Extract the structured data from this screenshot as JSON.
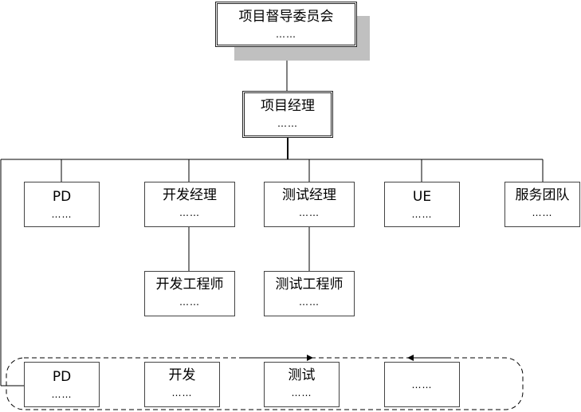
{
  "diagram": {
    "top": {
      "title": "项目督导委员会",
      "sub": "……"
    },
    "manager": {
      "title": "项目经理",
      "sub": "……"
    },
    "level2": [
      {
        "id": "pd",
        "title": "PD",
        "sub": "……"
      },
      {
        "id": "dev-manager",
        "title": "开发经理",
        "sub": "……"
      },
      {
        "id": "test-manager",
        "title": "测试经理",
        "sub": "……"
      },
      {
        "id": "ue",
        "title": "UE",
        "sub": "……"
      },
      {
        "id": "service-team",
        "title": "服务团队",
        "sub": "……"
      }
    ],
    "level3": [
      {
        "id": "dev-engineer",
        "title": "开发工程师",
        "sub": "……"
      },
      {
        "id": "test-engineer",
        "title": "测试工程师",
        "sub": "……"
      }
    ],
    "loop": [
      {
        "id": "loop-pd",
        "title": "PD",
        "sub": "……"
      },
      {
        "id": "loop-dev",
        "title": "开发",
        "sub": "……"
      },
      {
        "id": "loop-test",
        "title": "测试",
        "sub": "……"
      },
      {
        "id": "loop-more",
        "title": "",
        "sub": "……"
      }
    ]
  }
}
